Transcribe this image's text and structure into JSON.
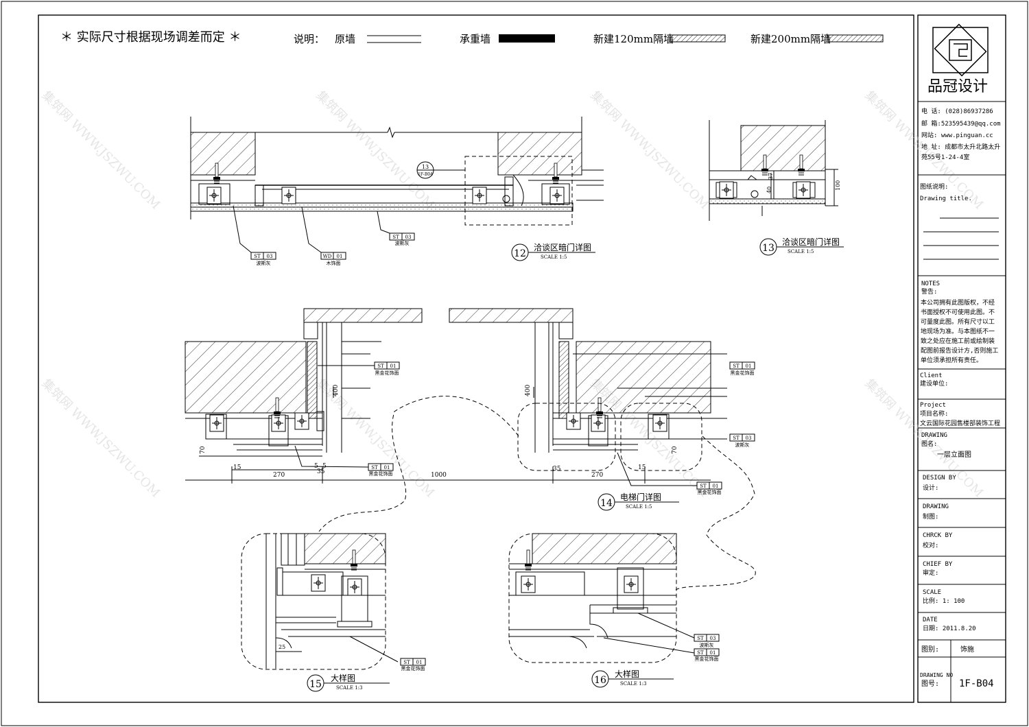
{
  "header": {
    "note": "＊ 实际尺寸根据现场调差而定 ＊",
    "legend_title": "说明：",
    "legend": [
      {
        "label": "原墙"
      },
      {
        "label": "承重墙"
      },
      {
        "label": "新建120mm隔墙"
      },
      {
        "label": "新建200mm隔墙"
      }
    ]
  },
  "title_block": {
    "company": "品冠设计",
    "phone": "电 话: (028)86937286",
    "email": "邮 箱:523595439@qq.com",
    "website": "网站: www.pinguan.cc",
    "address_1": "地 址: 成都市太升北路太升",
    "address_2": "苑55号1-24-4室",
    "drawing_title_cn": "图纸说明:",
    "drawing_title_en": "Drawing title.",
    "notes_en": "NOTES",
    "notes_cn": "警告:",
    "notes_lines": [
      "本公司拥有此图版权，不经",
      "书面授权不可使用此图。不",
      "可量度此图。所有尺寸以工",
      "地现场为准。与本图纸不一",
      "致之处应在施工前或绘制装",
      "配图前报告设计方,否则施工",
      "单位须承担所有责任。"
    ],
    "client_en": "Client",
    "client_cn": "建设单位:",
    "project_en": "Project",
    "project_cn": "项目名称:",
    "project_name": "文云国际花园售楼部装饰工程",
    "drawing_en": "DRAWING",
    "drawing_cn": "图名:",
    "drawing_name": "一层立面图",
    "design_en": "DESIGN BY",
    "design_cn": "设计:",
    "draw_en": "DRAWING",
    "draw_cn": "制图:",
    "check_en": "CHRCK BY",
    "check_cn": "校对:",
    "chief_en": "CHIEF BY",
    "chief_cn": "审定:",
    "scale_en": "SCALE",
    "scale_cn": "比例: 1: 100",
    "date_en": "DATE",
    "date_cn": "日期: 2011.8.20",
    "type_label": "图别:",
    "type_value": "饰施",
    "dwgno_en": "DRAWING NO",
    "dwgno_cn": "图号:",
    "dwgno_value": "1F-B04"
  },
  "details": [
    {
      "num": "12",
      "title": "洽谈区暗门详图",
      "scale": "SCALE 1:5"
    },
    {
      "num": "13",
      "title": "洽谈区暗门详图",
      "scale": "SCALE 1:5"
    },
    {
      "num": "14",
      "title": "电梯门详图",
      "scale": "SCALE 1:5"
    },
    {
      "num": "15",
      "title": "大样图",
      "scale": "SCALE 1:3"
    },
    {
      "num": "16",
      "title": "大样图",
      "scale": "SCALE 1:3"
    }
  ],
  "callout_13": {
    "num": "13",
    "sheet": "1F-B04"
  },
  "tags": {
    "st03": {
      "code": "ST",
      "num": "03",
      "desc": "波斯灰"
    },
    "st01": {
      "code": "ST",
      "num": "01",
      "desc": "黑金花饰面"
    },
    "wd01": {
      "code": "WD",
      "num": "01",
      "desc": "木饰面"
    }
  },
  "dims": {
    "d100": "100",
    "d37": "37",
    "d40": "40",
    "d400a": "400",
    "d400b": "400",
    "d270a": "270",
    "d270b": "270",
    "d1000": "1000",
    "d70a": "70",
    "d70b": "70",
    "d35a": "35",
    "d35b": "35",
    "d5a": "5",
    "d5b": "5",
    "d15a": "15",
    "d15b": "15",
    "d25": "25"
  },
  "watermark": "集筑网 WWW.JSZWU.COM",
  "colors": {
    "line": "#000000",
    "watermark": "#d9d9d9"
  }
}
